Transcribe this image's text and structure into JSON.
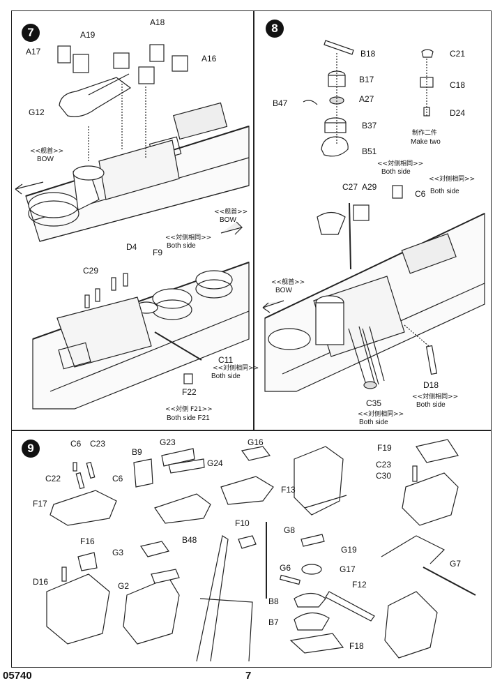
{
  "page": {
    "code": "05740",
    "number": "7"
  },
  "colors": {
    "line": "#222222",
    "fill": "#ffffff",
    "shade": "#dddddd"
  },
  "step7": {
    "number": "7",
    "parts": [
      "A19",
      "A17",
      "A18",
      "A16",
      "G12",
      "D4",
      "F9",
      "C29",
      "C11",
      "F22"
    ],
    "bow_cn_1": "<<舰首>>",
    "bow_en_1": "BOW",
    "bow_cn_2": "<<舰首>>",
    "bow_en_2": "BOW",
    "both_cn_1": "<<対侧相同>>",
    "both_en_1": "Both side",
    "both_cn_2": "<<対侧相同>>",
    "both_en_2": "Both side",
    "f21_cn": "<<対侧 F21>>",
    "f21_en": "Both side F21"
  },
  "step8": {
    "number": "8",
    "parts": [
      "B18",
      "B17",
      "A27",
      "B47",
      "B37",
      "B51",
      "C21",
      "C18",
      "D24",
      "C27",
      "A29",
      "C6",
      "D18",
      "C35"
    ],
    "make_two_cn": "制作二件",
    "make_two_en": "Make two",
    "both_cn_1": "<<対侧相同>>",
    "both_en_1": "Both side",
    "both_cn_2": "<<対侧相同>>",
    "both_en_2": "Both side",
    "both_cn_3": "<<対侧相同>>",
    "both_en_3": "Both side",
    "both_cn_4": "<<対侧相同>>",
    "both_en_4": "Both side",
    "bow_cn": "<<舰首>>",
    "bow_en": "BOW"
  },
  "step9": {
    "number": "9",
    "parts": [
      "C6",
      "C23",
      "C22",
      "C6",
      "F17",
      "B9",
      "G23",
      "G24",
      "G16",
      "F13",
      "F19",
      "C23",
      "C30",
      "F16",
      "D16",
      "G3",
      "G2",
      "B48",
      "F10",
      "G8",
      "G19",
      "G6",
      "G17",
      "B8",
      "F12",
      "B7",
      "F18",
      "G7"
    ]
  }
}
